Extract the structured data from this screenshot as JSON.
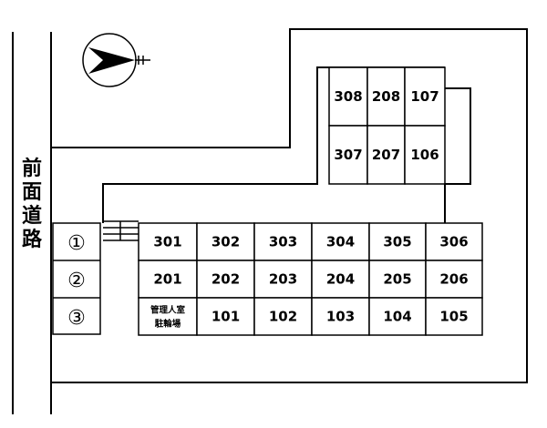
{
  "road_label": [
    "前",
    "面",
    "道",
    "路"
  ],
  "parking": [
    "①",
    "②",
    "③"
  ],
  "compass": {
    "icon": "north-arrow-icon"
  },
  "building_front": {
    "rows": [
      [
        "301",
        "302",
        "303",
        "304",
        "305",
        "306"
      ],
      [
        "201",
        "202",
        "203",
        "204",
        "205",
        "206"
      ],
      [
        "管理人室\n駐輪場",
        "101",
        "102",
        "103",
        "104",
        "105"
      ]
    ]
  },
  "building_back": {
    "rows": [
      [
        "308",
        "208",
        "107"
      ],
      [
        "307",
        "207",
        "106"
      ]
    ]
  }
}
